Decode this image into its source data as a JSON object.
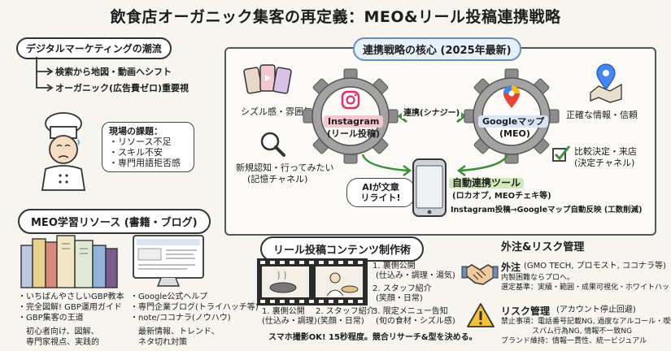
{
  "title": "飲食店オーガニック集客の再定義：MEO&リール投稿連携戦略",
  "digital": {
    "heading": "デジタルマーケティングの潮流",
    "trends": [
      "検索から地図・動画へシフト",
      "オーガニック(広告費ゼロ)重要視"
    ]
  },
  "issues": {
    "heading": "現場の課題：",
    "items": [
      "・リソース不足",
      "・スキル不安",
      "・専門用語拒否感"
    ]
  },
  "core": {
    "heading": "連携戦略の核心 (2025年最新)",
    "sizzle": "シズル感・雰囲気",
    "awareness": [
      "新規認知・行ってみたい",
      "(記憶チャネル)"
    ],
    "instagram": [
      "Instagram",
      "(リール投稿)"
    ],
    "synergy": "連携(シナジー)",
    "google": [
      "Googleマップ",
      "(MEO)"
    ],
    "accurate": "正確な情報・信頼",
    "decision": [
      "比較決定・来店",
      "(決定チャネル)"
    ],
    "ai_bubble": [
      "AIが文章",
      "リライト!"
    ],
    "auto_tool": "自動連携ツール",
    "auto_tool_sub": "(ロカオプ, MEOチェキ等)",
    "auto_note": "Instagram投稿→Googleマップ自動反映 (工数削減)"
  },
  "meo": {
    "heading": "MEO学習リソース (書籍・ブログ)",
    "books": [
      "・いちばんやさしいGBP教本",
      "・完全図解! GBP運用ガイド",
      "・GBP集客の王道"
    ],
    "books_note": [
      "初心者向け、図解、",
      "専門家視点、実践的"
    ],
    "web": [
      "・Google公式ヘルプ",
      "・専門企業ブログ(トライハッチ等)",
      "・note/ココナラ(ノウハウ)"
    ],
    "web_note": [
      "最新情報、トレンド、",
      "ネタ切れ対策"
    ]
  },
  "reel": {
    "heading": "リール投稿コンテンツ制作術",
    "steps": [
      "1. 裏側公開",
      "(仕込み・調理・湯気)",
      "2. スタッフ紹介",
      "(笑顔・日常)",
      "3. 限定メニュー告知",
      "(旬の食材・シズル感)"
    ],
    "cap1": [
      "1. 裏側公開",
      "(仕込み・調理)"
    ],
    "cap2": [
      "2. スタッフ紹介",
      "(笑顔・日常)"
    ],
    "tip": "スマホ撮影OK! 15秒程度。競合リサーチ&型を決める。"
  },
  "risk": {
    "heading": "外注&リスク管理",
    "outsource_label": "外注",
    "outsource_vendors": "(GMO TECH, プロモスト, ココナラ等)",
    "outsource_lines": [
      "内製困難ならプロへ。",
      "選定基準：実績・範囲・成果可視化・ホワイトハット。"
    ],
    "risk_label": "リスク管理",
    "risk_sub": "(アカウント停止回避)",
    "risk_lines": [
      "禁止事項：電話番号記載NG, 過度なアルコール・喫煙NG,",
      "スパム行為NG, 情報不一致NG",
      "ブランド維持：情報一貫性、統一ビジュアル"
    ]
  },
  "colors": {
    "instagram": "#d6336c",
    "google_blue": "#4285f4",
    "arrow_green": "#3e8e3e",
    "gear": "#8c8c8c"
  }
}
